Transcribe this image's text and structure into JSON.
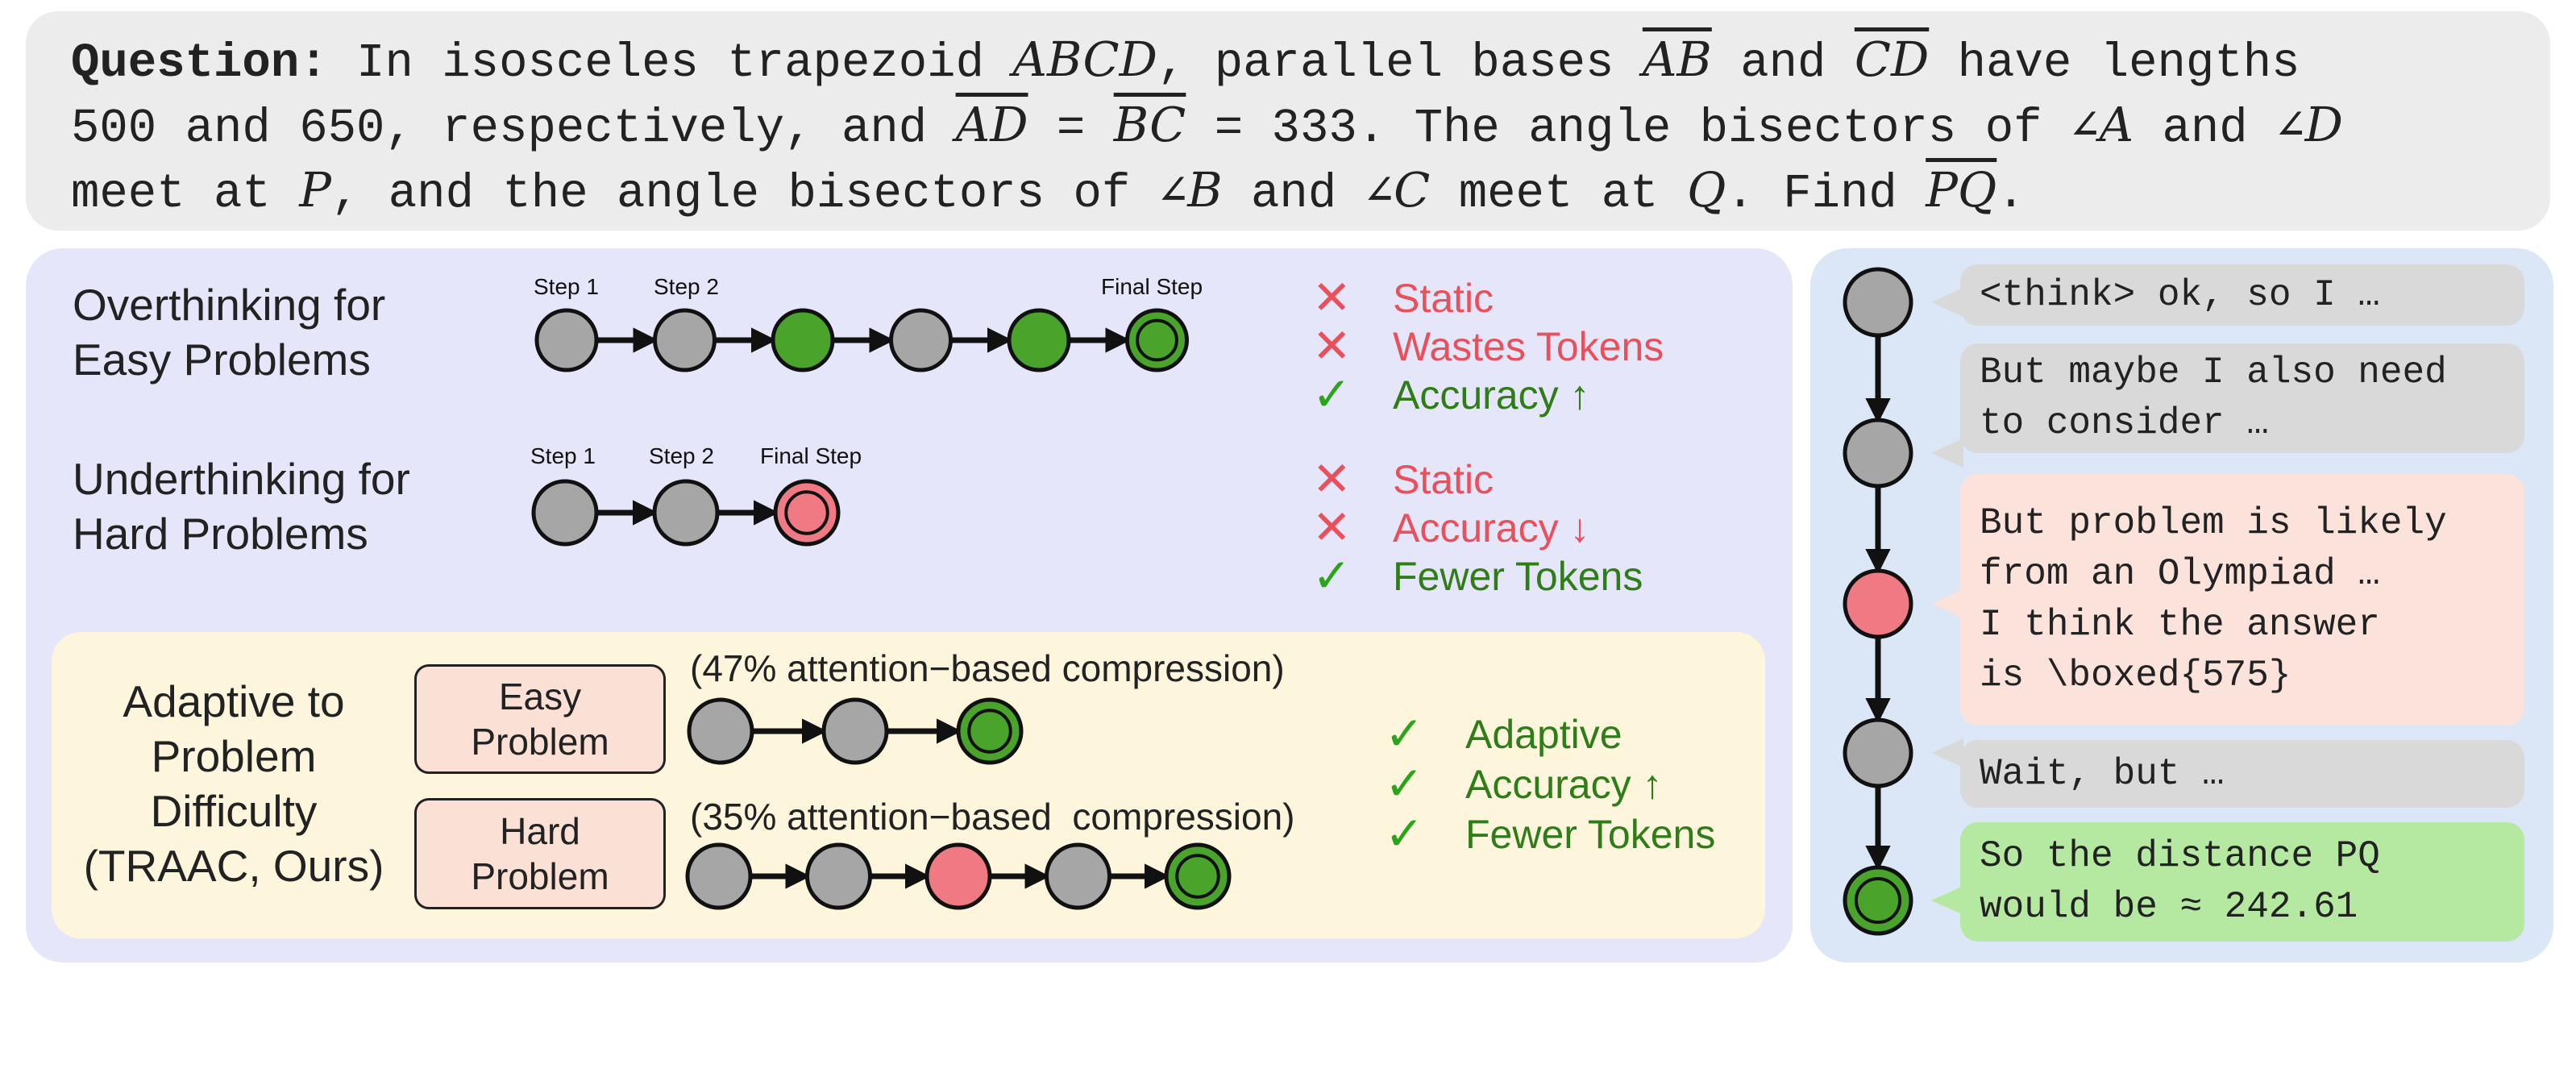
{
  "question": {
    "label": "Question:",
    "line1": [
      "In isosceles trapezoid ",
      "ABCD",
      ", parallel bases ",
      "AB",
      " and ",
      "CD",
      " have lengths"
    ],
    "line2": [
      "500 and 650, respectively, and ",
      "AD",
      " = ",
      "BC",
      " = 333. The angle bisectors of ∠",
      "A",
      " and ∠",
      "D"
    ],
    "line3": [
      "meet at ",
      "P",
      ", and the angle bisectors of ∠",
      "B",
      " and ∠",
      "C",
      " meet at ",
      "Q",
      ". Find ",
      "PQ",
      "."
    ]
  },
  "overthinking": {
    "title": [
      "Overthinking for",
      "Easy Problems"
    ],
    "step_labels": [
      "Step 1",
      "Step 2",
      "Final Step"
    ],
    "nodes": [
      "gray",
      "gray",
      "green",
      "gray",
      "green",
      "final-green"
    ],
    "legend": [
      {
        "mark": "✕",
        "text": "Static",
        "kind": "bad"
      },
      {
        "mark": "✕",
        "text": "Wastes Tokens",
        "kind": "bad"
      },
      {
        "mark": "✓",
        "text": "Accuracy ↑",
        "kind": "good"
      }
    ]
  },
  "underthinking": {
    "title": [
      "Underthinking for",
      "Hard Problems"
    ],
    "step_labels": [
      "Step 1",
      "Step 2",
      "Final Step"
    ],
    "nodes": [
      "gray",
      "gray",
      "final-red"
    ],
    "legend": [
      {
        "mark": "✕",
        "text": "Static",
        "kind": "bad"
      },
      {
        "mark": "✕",
        "text": "Accuracy ↓",
        "kind": "bad"
      },
      {
        "mark": "✓",
        "text": "Fewer Tokens",
        "kind": "good"
      }
    ]
  },
  "adaptive": {
    "title": [
      "Adaptive to",
      "Problem",
      "Difficulty",
      "(TRAAC, Ours)"
    ],
    "easy_box": [
      "Easy",
      "Problem"
    ],
    "hard_box": [
      "Hard",
      "Problem"
    ],
    "easy_compression": "(47% attention−based compression)",
    "hard_compression": "(35% attention−based  compression)",
    "easy_nodes": [
      "gray",
      "gray",
      "final-green"
    ],
    "hard_nodes": [
      "gray",
      "gray",
      "red",
      "gray",
      "final-green"
    ],
    "legend": [
      {
        "mark": "✓",
        "text": "Adaptive",
        "kind": "good"
      },
      {
        "mark": "✓",
        "text": "Accuracy ↑",
        "kind": "good"
      },
      {
        "mark": "✓",
        "text": "Fewer Tokens",
        "kind": "good"
      }
    ]
  },
  "trace": {
    "bubbles": [
      {
        "text": "<think> ok, so I …",
        "color": "#d9d9d9"
      },
      {
        "text": "But maybe I also need\nto consider …",
        "color": "#d9d9d9"
      },
      {
        "text": "But problem is likely\nfrom an Olympiad …\nI think the answer\nis \\boxed{575}",
        "color": "#fbe3dc"
      },
      {
        "text": "Wait, but …",
        "color": "#d9d9d9"
      },
      {
        "text": "So the distance PQ\nwould be ≈ 242.61",
        "color": "#b5e8a0"
      }
    ],
    "nodes": [
      "gray",
      "gray",
      "red",
      "gray",
      "final-green"
    ]
  },
  "colors": {
    "gray": "#a6a6a6",
    "green": "#4aa32a",
    "red": "#f07a84",
    "bad": "#e8505b",
    "good": "#2e7d18"
  }
}
